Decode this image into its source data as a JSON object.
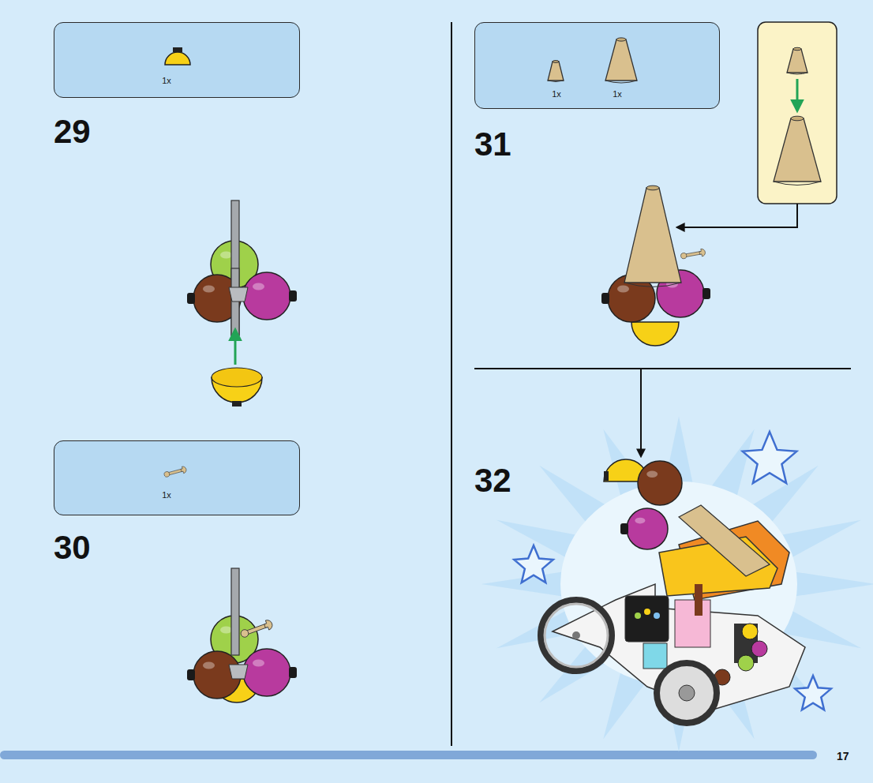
{
  "diagram": {
    "nodes": [
      {
        "text": [
          "1x"
        ]
      },
      {
        "text": [
          "1x"
        ]
      },
      {
        "text": [
          "1x",
          "1x"
        ]
      }
    ],
    "labels": [
      "29",
      "30",
      "31",
      "32",
      "17"
    ]
  }
}
